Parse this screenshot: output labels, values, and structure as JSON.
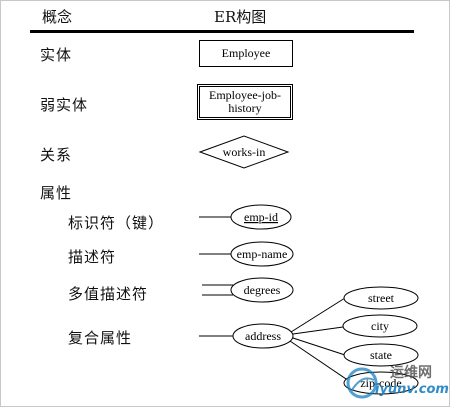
{
  "header": {
    "concept": "概念",
    "er_diagram": "ER构图"
  },
  "rows": {
    "entity": {
      "label": "实体",
      "shape_text": "Employee"
    },
    "weak_entity": {
      "label": "弱实体",
      "shape_text_line1": "Employee-job-",
      "shape_text_line2": "history"
    },
    "relationship": {
      "label": "关系",
      "shape_text": "works-in"
    },
    "attribute": {
      "label": "属性"
    },
    "key": {
      "label": "标识符（键）",
      "shape_text": "emp-id"
    },
    "descriptor": {
      "label": "描述符",
      "shape_text": "emp-name"
    },
    "multivalued": {
      "label": "多值描述符",
      "shape_text": "degrees"
    },
    "composite": {
      "label": "复合属性",
      "shape_text": "address",
      "parts": [
        "street",
        "city",
        "state",
        "zip-code"
      ]
    }
  },
  "watermark": {
    "cn": "运维网",
    "url": "iyunv.com"
  },
  "colors": {
    "ink": "#000000",
    "watermark_blue": "#1a7fc1"
  }
}
